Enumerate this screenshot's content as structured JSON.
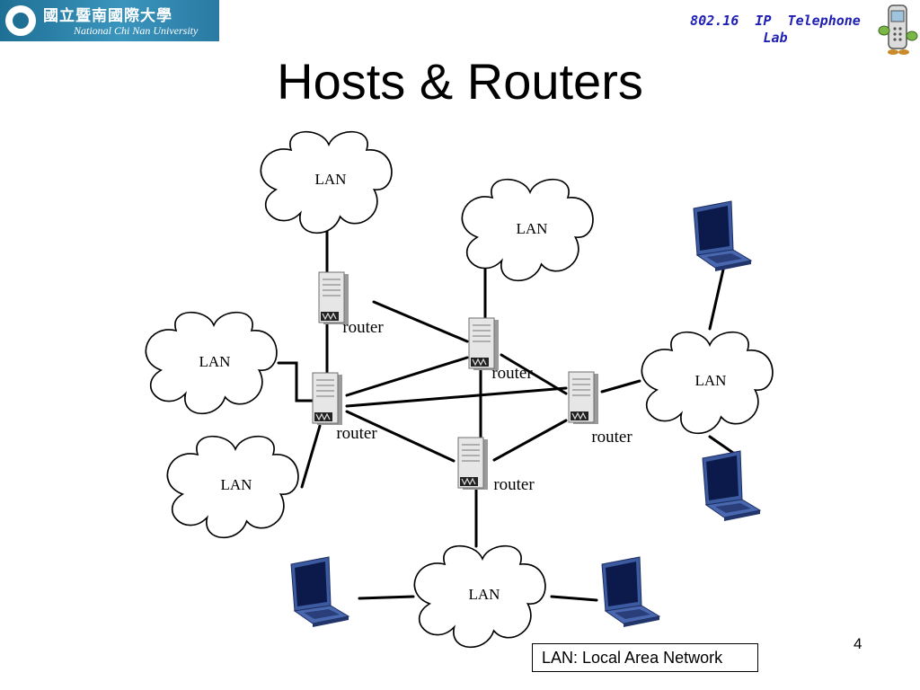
{
  "header": {
    "university_name_zh": "國立暨南國際大學",
    "university_name_en": "National Chi Nan University",
    "lab_name": "802.16  IP  Telephone\nLab"
  },
  "slide": {
    "title": "Hosts & Routers",
    "page_number": "4",
    "legend_text": "LAN: Local Area Network"
  },
  "diagram": {
    "lan_label": "LAN",
    "router_label": "router",
    "clouds": [
      "LAN",
      "LAN",
      "LAN",
      "LAN",
      "LAN",
      "LAN"
    ],
    "routers": [
      "router",
      "router",
      "router",
      "router",
      "router"
    ],
    "hosts": 4,
    "colors": {
      "laptop_body": "#3c5aa0",
      "laptop_screen": "#0b1a4a",
      "server_body": "#e4e4e4",
      "link": "#000000"
    }
  }
}
